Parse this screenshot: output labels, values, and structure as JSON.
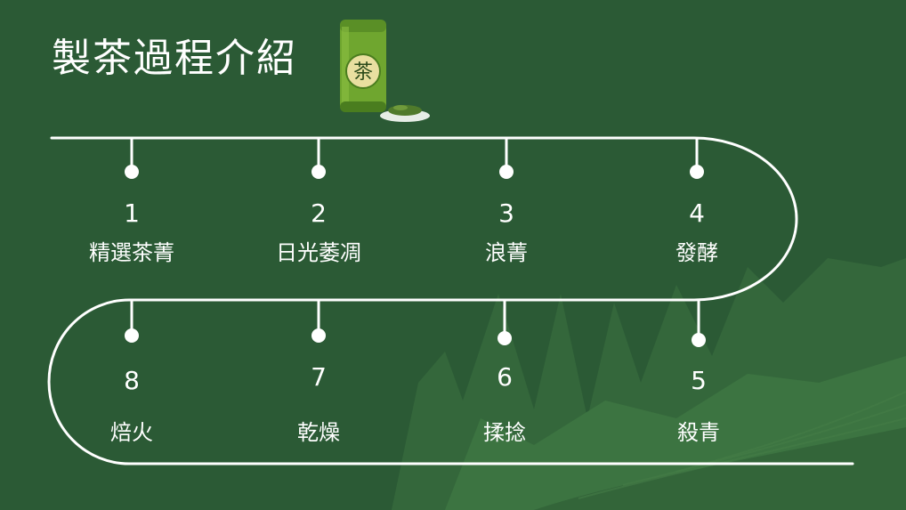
{
  "title": "製茶過程介紹",
  "tea_can": {
    "label": "茶"
  },
  "colors": {
    "background": "#2b5a35",
    "line": "#ffffff",
    "can": "#6fa62f",
    "can_dark": "#4a7d1f",
    "hills": "#3d7340"
  },
  "steps": [
    {
      "number": "1",
      "label": "精選茶菁"
    },
    {
      "number": "2",
      "label": "日光萎凋"
    },
    {
      "number": "3",
      "label": "浪菁"
    },
    {
      "number": "4",
      "label": "發酵"
    },
    {
      "number": "5",
      "label": "殺青"
    },
    {
      "number": "6",
      "label": "揉捻"
    },
    {
      "number": "7",
      "label": "乾燥"
    },
    {
      "number": "8",
      "label": "焙火"
    }
  ]
}
